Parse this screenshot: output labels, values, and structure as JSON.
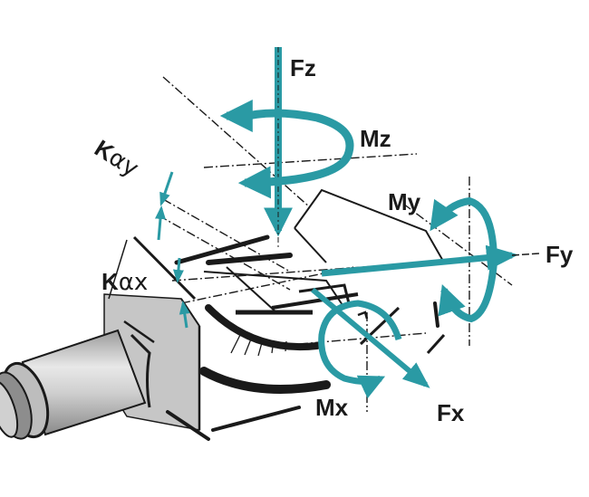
{
  "diagram": {
    "subject": "6-axis force/torque sensor load diagram",
    "accent_color": "#2a9aa4",
    "ink_color": "#1a1a1a",
    "body_fill": "#c8c8c8",
    "labels": {
      "fz": "Fz",
      "mz": "Mz",
      "my": "My",
      "fy": "Fy",
      "mx": "Mx",
      "fx": "Fx",
      "k_alpha_y": {
        "k": "K",
        "rest": "αy"
      },
      "k_alpha_x": {
        "k": "K",
        "rest": "αx"
      }
    },
    "icons": {
      "force_arrow": "straight-arrow",
      "moment_arrow": "curved-rotation-arrow",
      "axis_line": "dash-dot-centerline"
    }
  }
}
